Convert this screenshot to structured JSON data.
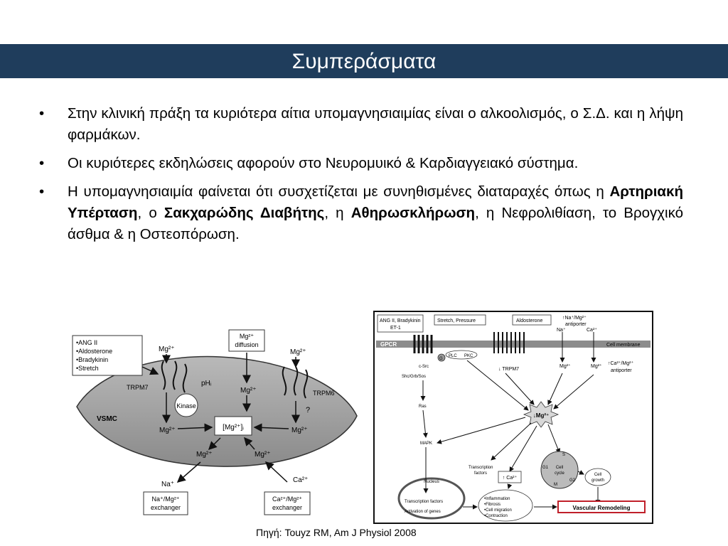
{
  "header": {
    "title": "Συμπεράσματα"
  },
  "bullets": [
    {
      "text": "Στην κλινική πράξη τα κυριότερα αίτια υπομαγνησιαιμίας είναι ο αλκοολισμός, ο Σ.Δ. και η λήψη φαρμάκων."
    },
    {
      "text": "Οι κυριότερες εκδηλώσεις αφορούν στο Νευρομυικό & Καρδιαγγειακό σύστημα."
    },
    {
      "p1": "Η υπομαγνησιαιμία φαίνεται ότι συσχετίζεται με συνηθισμένες διαταραχές όπως η ",
      "b1": "Αρτηριακή Υπέρταση",
      "p2": ", ο ",
      "b2": "Σακχαρώδης Διαβήτης",
      "p3": ", η ",
      "b3": "Αθηρωσκλήρωση",
      "p4": ", η Νεφρολιθίαση, το Βρογχικό άσθμα & η Οστεοπόρωση."
    }
  ],
  "bullet_symbol": "•",
  "left_figure": {
    "stimuli": [
      "•ANG II",
      "•Aldosterone",
      "•Bradykinin",
      "•Stretch"
    ],
    "mg": "Mg²⁺",
    "trpm7": "TRPM7",
    "trpm6": "TRPM6",
    "ph": "pHᵢ",
    "kinase": "Kinase",
    "vsmc": "VSMC",
    "mgi": "[Mg²⁺]ᵢ",
    "question": "?",
    "diffusion": [
      "Mg²⁺",
      "diffusion"
    ],
    "na": "Na⁺",
    "ca": "Ca²⁺",
    "na_exchanger": [
      "Na⁺/Mg²⁺",
      "exchanger"
    ],
    "ca_exchanger": [
      "Ca²⁺/Mg²⁺",
      "exchanger"
    ]
  },
  "right_figure": {
    "ang": [
      "ANG II, Bradykinin",
      "ET-1"
    ],
    "stretch": "Stretch, Pressure",
    "aldosterone": "Aldosterone",
    "na_antiporter": [
      "↑Na⁺/Mg²⁺",
      "antiporter"
    ],
    "na": "Na⁺",
    "ca": "Ca²⁺",
    "gpcr": "GPCR",
    "cell_membrane": "Cell membrane",
    "csrc": "c-Src",
    "g": "G",
    "plc": "PLC",
    "pkc": "PKC",
    "trpm7": "↓ TRPM7",
    "mg": "Mg²⁺",
    "ca_antiporter": [
      "↑Ca²⁺/Mg²⁺",
      "antiporter"
    ],
    "shc": "Shc/Grb/Sos",
    "ras": "Ras",
    "mg_center": "↓Mg²⁺",
    "mapk": "MAPK",
    "tf": [
      "Transcription",
      "factors"
    ],
    "ca_up": "↑ Ca²⁺",
    "g1": "G1",
    "s": "S",
    "m": "M",
    "g2": "G2",
    "cell_cycle": [
      "Cell",
      "cycle"
    ],
    "cell_growth": [
      "Cell",
      "growth"
    ],
    "nucleus": "Nucleus",
    "tf2": "Transcription factors",
    "activation": "Activation of genes",
    "outcomes": [
      "•Inflammation",
      "•Fibrosis",
      "•Cell migration",
      "•Contraction"
    ],
    "vascular_remodeling": "Vascular Remodeling"
  },
  "source": "Πηγή: Touyz RM, Am J Physiol 2008",
  "colors": {
    "title_bar": "#1f3d5c",
    "title_text": "#ffffff",
    "remodeling_border": "#c0202a"
  }
}
